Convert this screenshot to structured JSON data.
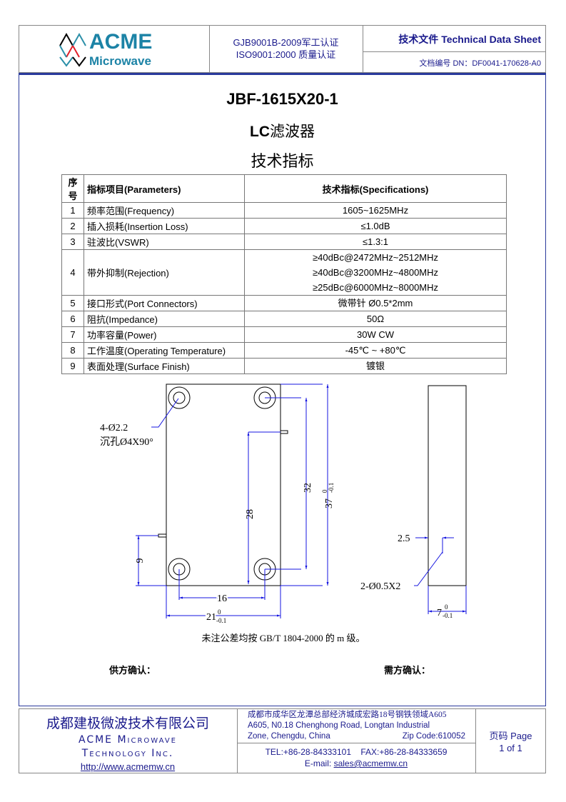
{
  "header": {
    "logo_text": "ACME",
    "logo_sub": "Microwave",
    "cert1": "GJB9001B-2009军工认证",
    "cert2": "ISO9001:2000 质量认证",
    "doc_type": "技术文件 Technical Data Sheet",
    "doc_number": "文档编号 DN：DF0041-170628-A0"
  },
  "title": {
    "model": "JBF-1615X20-1",
    "type_prefix": "LC",
    "type_suffix": "滤波器",
    "section": "技术指标"
  },
  "table": {
    "headers": [
      "序号",
      "指标项目(Parameters)",
      "技术指标(Specifications)"
    ],
    "rows": [
      {
        "no": "1",
        "param": "频率范围(Frequency)",
        "spec": [
          "1605~1625MHz"
        ]
      },
      {
        "no": "2",
        "param": "插入损耗(Insertion Loss)",
        "spec": [
          "≤1.0dB"
        ]
      },
      {
        "no": "3",
        "param": "驻波比(VSWR)",
        "spec": [
          "≤1.3:1"
        ]
      },
      {
        "no": "4",
        "param": "带外抑制(Rejection)",
        "spec": [
          "≥40dBc@2472MHz~2512MHz",
          "≥40dBc@3200MHz~4800MHz",
          "≥25dBc@6000MHz~8000MHz"
        ]
      },
      {
        "no": "5",
        "param": "接口形式(Port Connectors)",
        "spec": [
          "微带针  Ø0.5*2mm"
        ]
      },
      {
        "no": "6",
        "param": "阻抗(Impedance)",
        "spec": [
          "50Ω"
        ]
      },
      {
        "no": "7",
        "param": "功率容量(Power)",
        "spec": [
          "30W CW"
        ]
      },
      {
        "no": "8",
        "param": "工作温度(Operating Temperature)",
        "spec": [
          "-45℃ ~ +80℃"
        ]
      },
      {
        "no": "9",
        "param": "表面处理(Surface Finish)",
        "spec": [
          "镀银"
        ]
      }
    ]
  },
  "drawing": {
    "hole_note1": "4-Ø2.2",
    "hole_note2": "沉孔Ø4X90°",
    "dim_28": "28",
    "dim_32": "32",
    "dim_37": "37",
    "dim_9": "9",
    "dim_16": "16",
    "dim_21": "21",
    "tol_upper": "0",
    "tol_lower": "-0.1",
    "dim_2_5": "2.5",
    "pin_note": "2-Ø0.5X2",
    "dim_7": "7",
    "tolerance_note": "未注公差均按 GB/T 1804-2000 的 m 级。"
  },
  "signatures": {
    "supplier": "供方确认：",
    "buyer": "需方确认："
  },
  "footer": {
    "company_cn": "成都建极微波技术有限公司",
    "company_en1": "ACME Microwave",
    "company_en2": "Technology Inc.",
    "website": "http://www.acmemw.cn",
    "address_cn": "成都市成华区龙潭总部经济城成宏路18号钢铁领域A605",
    "address_en1": "A605, N0.18 Chenghong Road, Longtan Industrial",
    "address_en2": "Zone, Chengdu, China",
    "zip": "Zip Code:610052",
    "phone": "TEL:+86-28-84333101    FAX:+86-28-84333659",
    "email_label": "E-mail: ",
    "email": "sales@acmemw.cn",
    "page_label": "页码  Page",
    "page_value": "1 of 1"
  }
}
